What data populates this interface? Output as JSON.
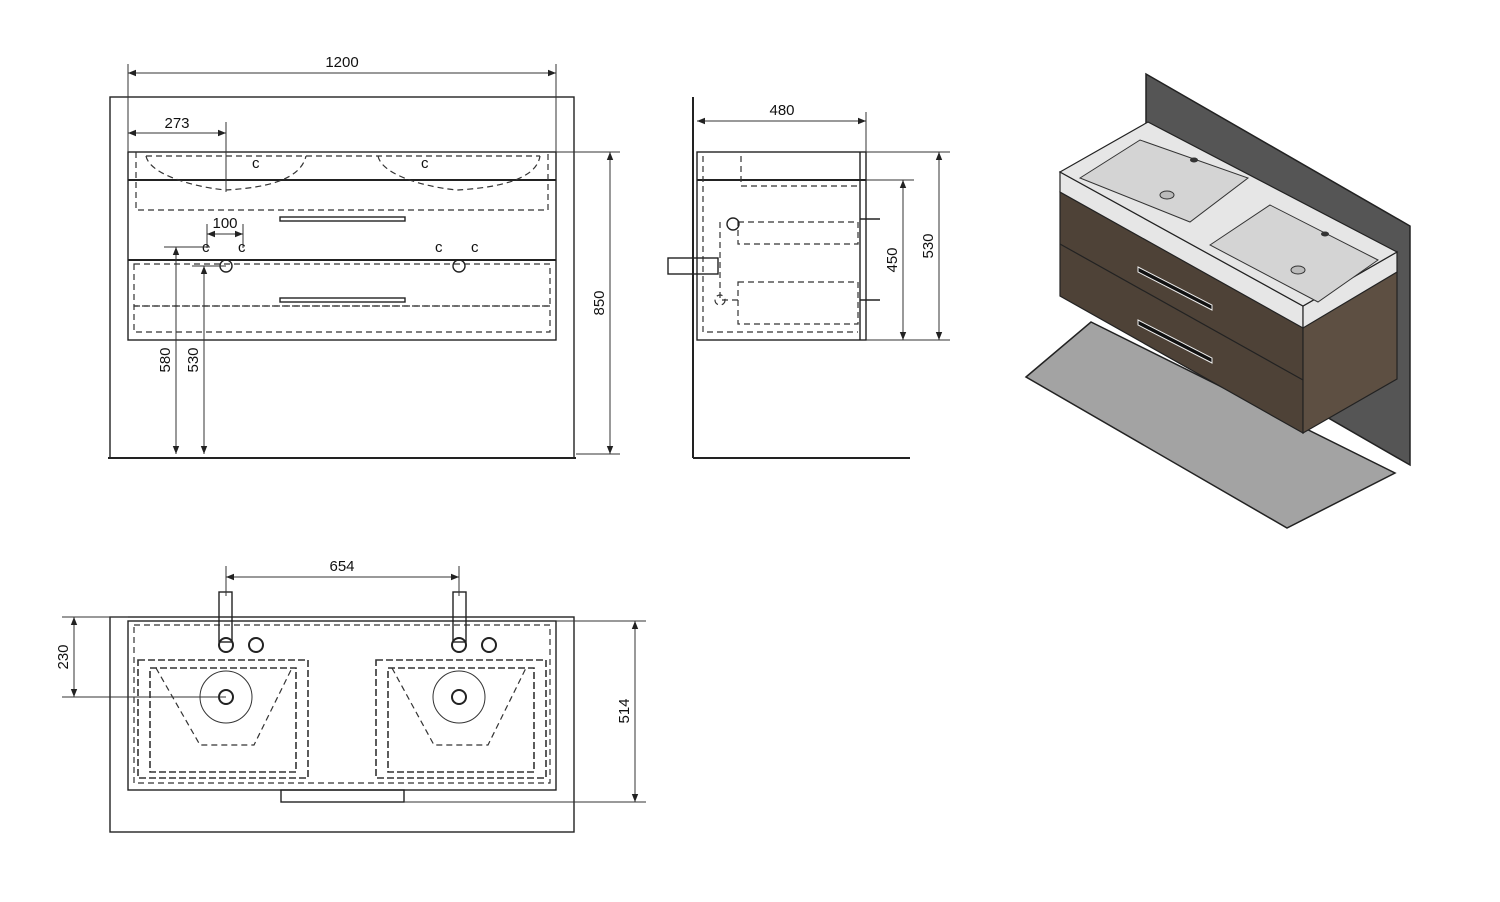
{
  "dimensions": {
    "front_width": "1200",
    "front_basin_offset": "273",
    "front_tap_spacing": "100",
    "front_total_height": "850",
    "front_height_580": "580",
    "front_height_530": "530",
    "side_depth": "480",
    "side_height_450": "450",
    "side_height_530": "530",
    "top_drain_spacing": "654",
    "top_drain_depth": "230",
    "top_depth": "514"
  },
  "colors": {
    "line": "#222222",
    "wood_front": "#4e4237",
    "wood_side": "#5d4f42",
    "basin_white": "#e6e6e6",
    "wall": "#555555",
    "floor": "#a3a3a3"
  }
}
